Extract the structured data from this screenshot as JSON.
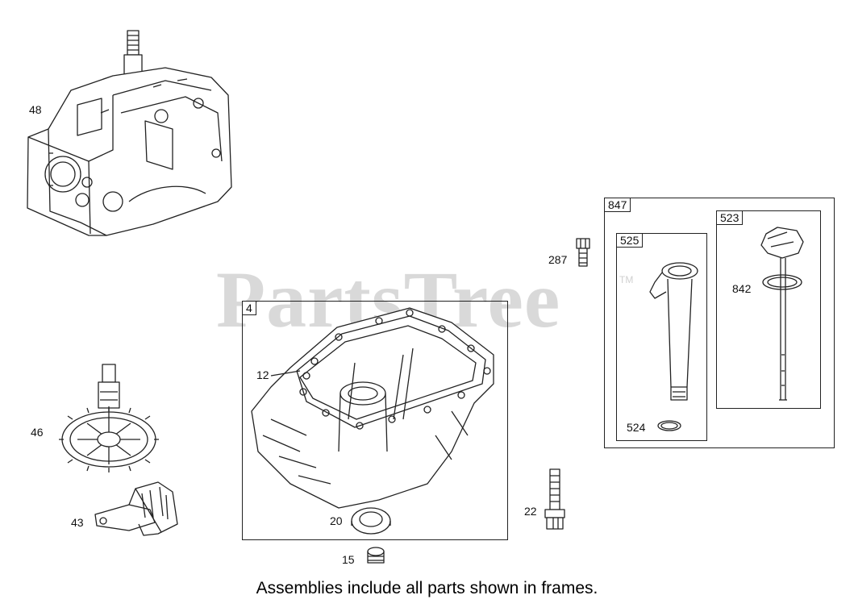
{
  "watermark": {
    "text": "PartsTree",
    "trademark": "TM"
  },
  "callouts": {
    "c48": "48",
    "c46": "46",
    "c43": "43",
    "c12": "12",
    "c20": "20",
    "c15": "15",
    "c22": "22",
    "c287": "287",
    "c842": "842",
    "c524": "524"
  },
  "frames": {
    "f4": "4",
    "f847": "847",
    "f525": "525",
    "f523": "523"
  },
  "caption": "Assemblies include all parts shown in frames."
}
